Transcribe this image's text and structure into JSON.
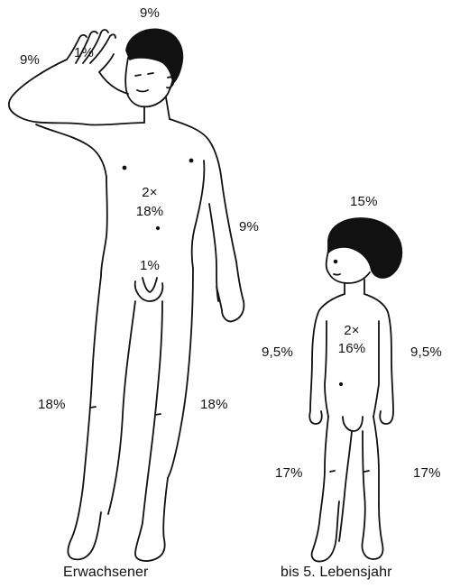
{
  "adult": {
    "caption": "Erwachsener",
    "labels": {
      "head": "9%",
      "hand": "1%",
      "arm_left": "9%",
      "trunk_line1": "2×",
      "trunk_line2": "18%",
      "arm_right": "9%",
      "genitals": "1%",
      "leg_left": "18%",
      "leg_right": "18%"
    }
  },
  "child": {
    "caption": "bis 5. Lebensjahr",
    "labels": {
      "head": "15%",
      "trunk_line1": "2×",
      "trunk_line2": "16%",
      "arm_left": "9,5%",
      "arm_right": "9,5%",
      "leg_left": "17%",
      "leg_right": "17%"
    }
  }
}
